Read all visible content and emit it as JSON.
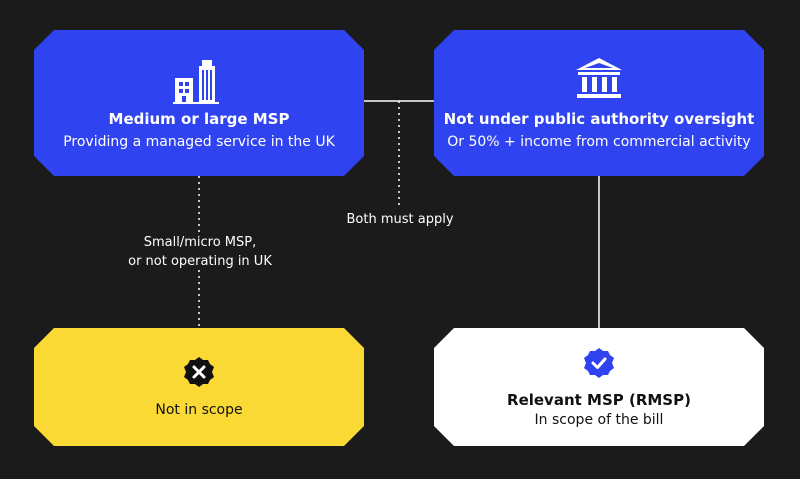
{
  "boxes": {
    "msp": {
      "title": "Medium or large MSP",
      "subtitle": "Providing a managed service in the UK",
      "icon": "buildings-icon",
      "color": "#2f43f0"
    },
    "authority": {
      "title": "Not under public authority oversight",
      "subtitle": "Or 50% + income from commercial activity",
      "icon": "government-building-icon",
      "color": "#2f43f0"
    },
    "out_of_scope": {
      "text": "Not in scope",
      "icon": "x-badge-icon",
      "color": "#fbd934"
    },
    "in_scope": {
      "title": "Relevant MSP (RMSP)",
      "subtitle": "In scope of the bill",
      "icon": "check-badge-icon",
      "color": "#ffffff"
    }
  },
  "connectors": {
    "both_label": "Both must apply",
    "small_label_line1": "Small/micro MSP,",
    "small_label_line2": "or not operating in UK"
  }
}
